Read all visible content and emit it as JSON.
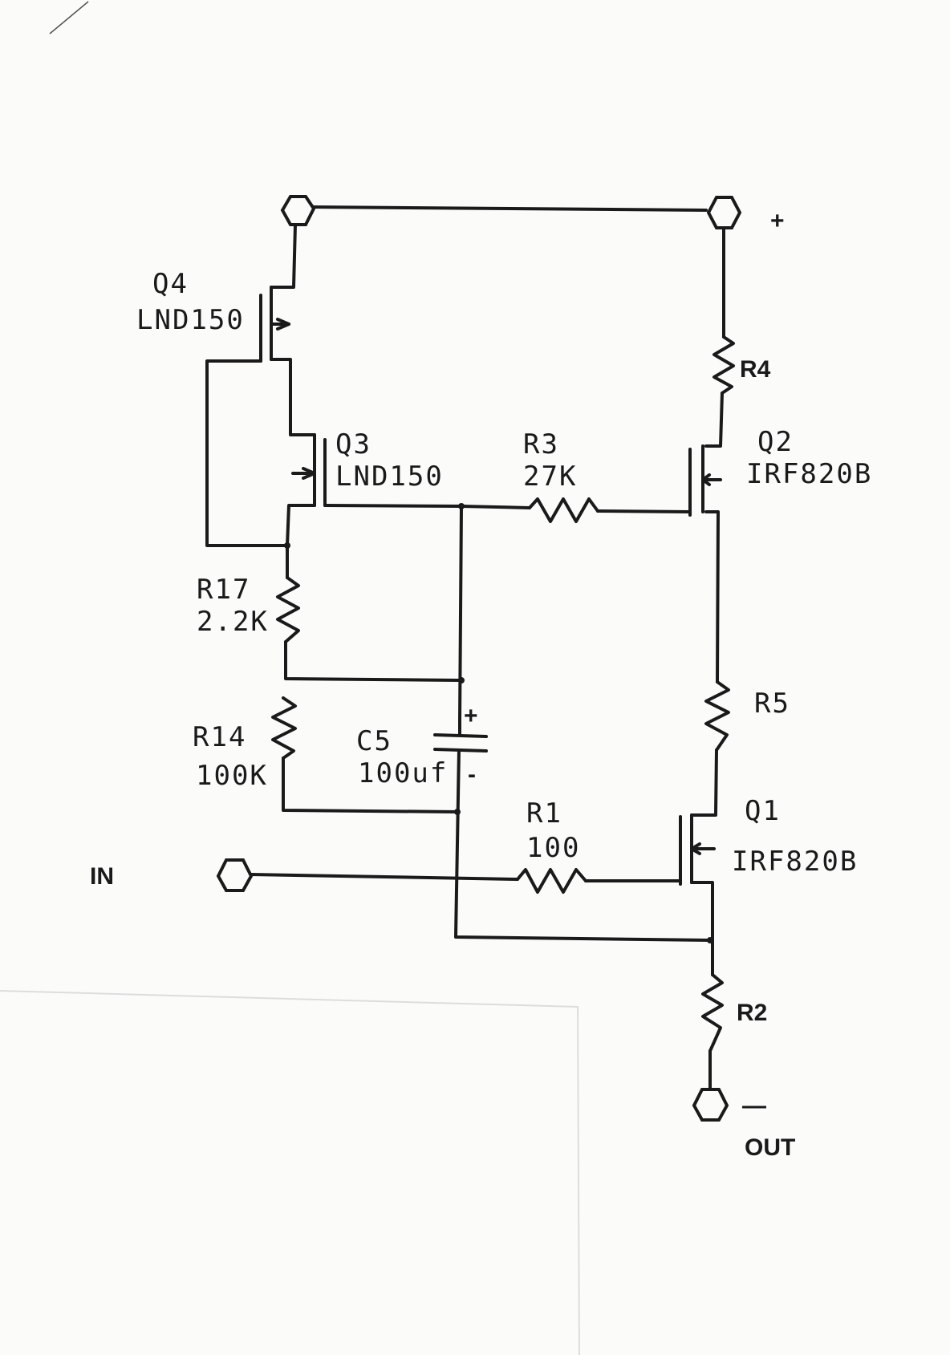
{
  "terminals": {
    "plus_sign": "+",
    "minus_sign": "—",
    "input_label": "IN",
    "output_label": "OUT"
  },
  "components": {
    "q4": {
      "ref": "Q4",
      "part": "LND150"
    },
    "q3": {
      "ref": "Q3",
      "part": "LND150"
    },
    "q2": {
      "ref": "Q2",
      "part": "IRF820B"
    },
    "q1": {
      "ref": "Q1",
      "part": "IRF820B"
    },
    "r3": {
      "ref": "R3",
      "value": "27K"
    },
    "r17": {
      "ref": "R17",
      "value": "2.2K"
    },
    "r14": {
      "ref": "R14",
      "value": "100K"
    },
    "c5": {
      "ref": "C5",
      "value": "100uf",
      "plus": "+",
      "minus": "-"
    },
    "r1": {
      "ref": "R1",
      "value": "100"
    },
    "r4": {
      "ref": "R4"
    },
    "r5": {
      "ref": "R5"
    },
    "r2": {
      "ref": "R2"
    }
  },
  "colors": {
    "ink": "#1a1a1a",
    "paper": "#fbfbfa"
  }
}
